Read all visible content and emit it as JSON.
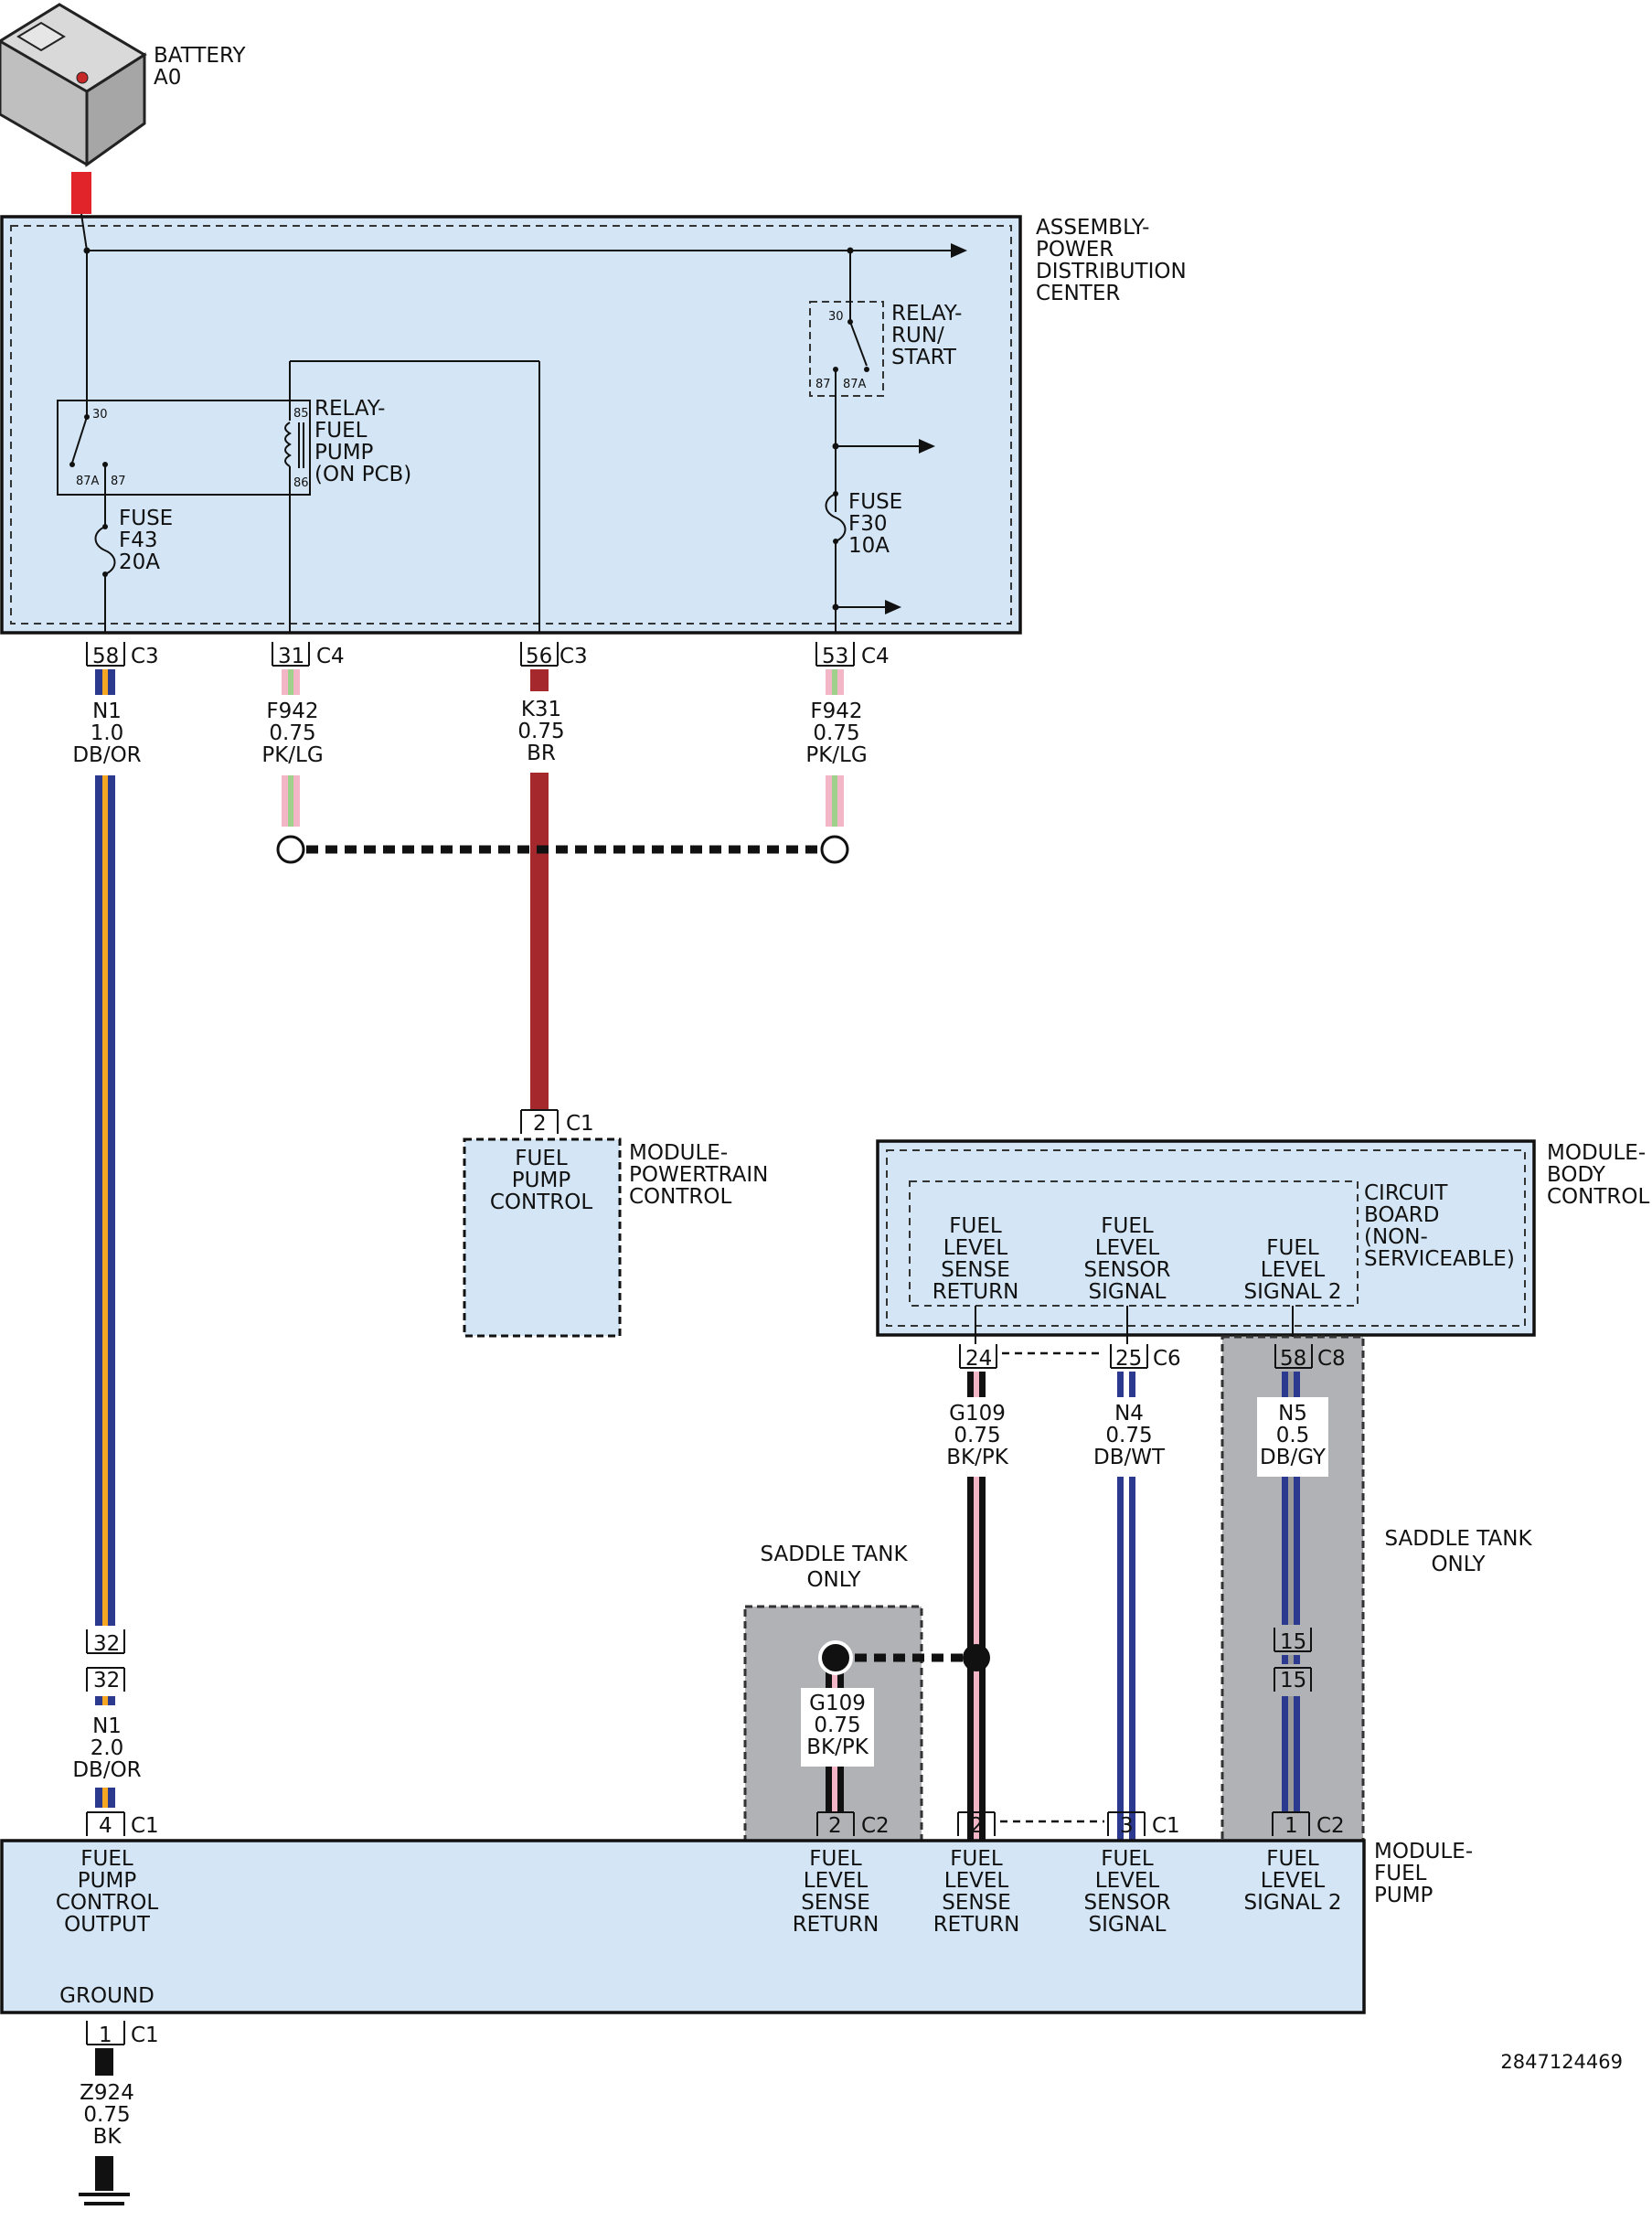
{
  "battery": {
    "name": "BATTERY",
    "code": "A0"
  },
  "pdc": {
    "label": [
      "ASSEMBLY-",
      "POWER",
      "DISTRIBUTION",
      "CENTER"
    ],
    "relay_fuel_pump": {
      "label": [
        "RELAY-",
        "FUEL",
        "PUMP",
        "(ON PCB)"
      ],
      "pins": [
        "30",
        "85",
        "87A",
        "87",
        "86"
      ]
    },
    "relay_run_start": {
      "label": [
        "RELAY-",
        "RUN/",
        "START"
      ],
      "pins": [
        "30",
        "87",
        "87A"
      ]
    },
    "fuse_f43": {
      "label": [
        "FUSE",
        "F43",
        "20A"
      ]
    },
    "fuse_f30": {
      "label": [
        "FUSE",
        "F30",
        "10A"
      ]
    }
  },
  "connectors": {
    "p58c3": {
      "pin": "58",
      "conn": "C3"
    },
    "p31c4": {
      "pin": "31",
      "conn": "C4"
    },
    "p56c3": {
      "pin": "56",
      "conn": "C3"
    },
    "p53c4": {
      "pin": "53",
      "conn": "C4"
    },
    "p2c1_pcm": {
      "pin": "2",
      "conn": "C1"
    },
    "p24": {
      "pin": "24"
    },
    "p25c6": {
      "pin": "25",
      "conn": "C6"
    },
    "p58c8": {
      "pin": "58",
      "conn": "C8"
    },
    "p32a": {
      "pin": "32"
    },
    "p32b": {
      "pin": "32"
    },
    "p15a": {
      "pin": "15"
    },
    "p15b": {
      "pin": "15"
    },
    "p4c1": {
      "pin": "4",
      "conn": "C1"
    },
    "p2c2": {
      "pin": "2",
      "conn": "C2"
    },
    "p2": {
      "pin": "2"
    },
    "p3c1": {
      "pin": "3",
      "conn": "C1"
    },
    "p1c2": {
      "pin": "1",
      "conn": "C2"
    },
    "p1c1": {
      "pin": "1",
      "conn": "C1"
    }
  },
  "wires": {
    "n1_a": [
      "N1",
      "1.0",
      "DB/OR"
    ],
    "f942_a": [
      "F942",
      "0.75",
      "PK/LG"
    ],
    "k31": [
      "K31",
      "0.75",
      "BR"
    ],
    "f942_b": [
      "F942",
      "0.75",
      "PK/LG"
    ],
    "g109_a": [
      "G109",
      "0.75",
      "BK/PK"
    ],
    "n4": [
      "N4",
      "0.75",
      "DB/WT"
    ],
    "n5": [
      "N5",
      "0.5",
      "DB/GY"
    ],
    "n1_b": [
      "N1",
      "2.0",
      "DB/OR"
    ],
    "g109_b": [
      "G109",
      "0.75",
      "BK/PK"
    ],
    "z924": [
      "Z924",
      "0.75",
      "BK"
    ]
  },
  "pcm": {
    "label": [
      "MODULE-",
      "POWERTRAIN",
      "CONTROL"
    ],
    "internal": [
      "FUEL",
      "PUMP",
      "CONTROL"
    ]
  },
  "bcm": {
    "label": [
      "MODULE-",
      "BODY",
      "CONTROL"
    ],
    "board": [
      "CIRCUIT",
      "BOARD",
      "(NON-",
      "SERVICEABLE)"
    ],
    "sense_return": [
      "FUEL",
      "LEVEL",
      "SENSE",
      "RETURN"
    ],
    "sensor_signal": [
      "FUEL",
      "LEVEL",
      "SENSOR",
      "SIGNAL"
    ],
    "signal2": [
      "FUEL",
      "LEVEL",
      "SIGNAL 2"
    ]
  },
  "saddle_left": [
    "SADDLE TANK",
    "ONLY"
  ],
  "saddle_right": [
    "SADDLE TANK",
    "ONLY"
  ],
  "fpm": {
    "label": [
      "MODULE-",
      "FUEL",
      "PUMP"
    ],
    "pump_output": [
      "FUEL",
      "PUMP",
      "CONTROL",
      "OUTPUT"
    ],
    "ground": "GROUND",
    "sense_return_a": [
      "FUEL",
      "LEVEL",
      "SENSE",
      "RETURN"
    ],
    "sense_return_b": [
      "FUEL",
      "LEVEL",
      "SENSE",
      "RETURN"
    ],
    "sensor_signal": [
      "FUEL",
      "LEVEL",
      "SENSOR",
      "SIGNAL"
    ],
    "signal2": [
      "FUEL",
      "LEVEL",
      "SIGNAL 2"
    ]
  },
  "diagram_id": "2847124469",
  "colors": {
    "module_fill": "#d4e6f5",
    "saddle_fill": "#b1b2b5",
    "battery_red": "#e0242a",
    "dark_blue": "#2b3a8f",
    "orange": "#f5a623",
    "pink": "#f2b6c6",
    "light_green": "#9fd08c",
    "brown": "#a5282c",
    "white_stripe": "#ffffff",
    "gray_stripe": "#9a9a9a"
  }
}
